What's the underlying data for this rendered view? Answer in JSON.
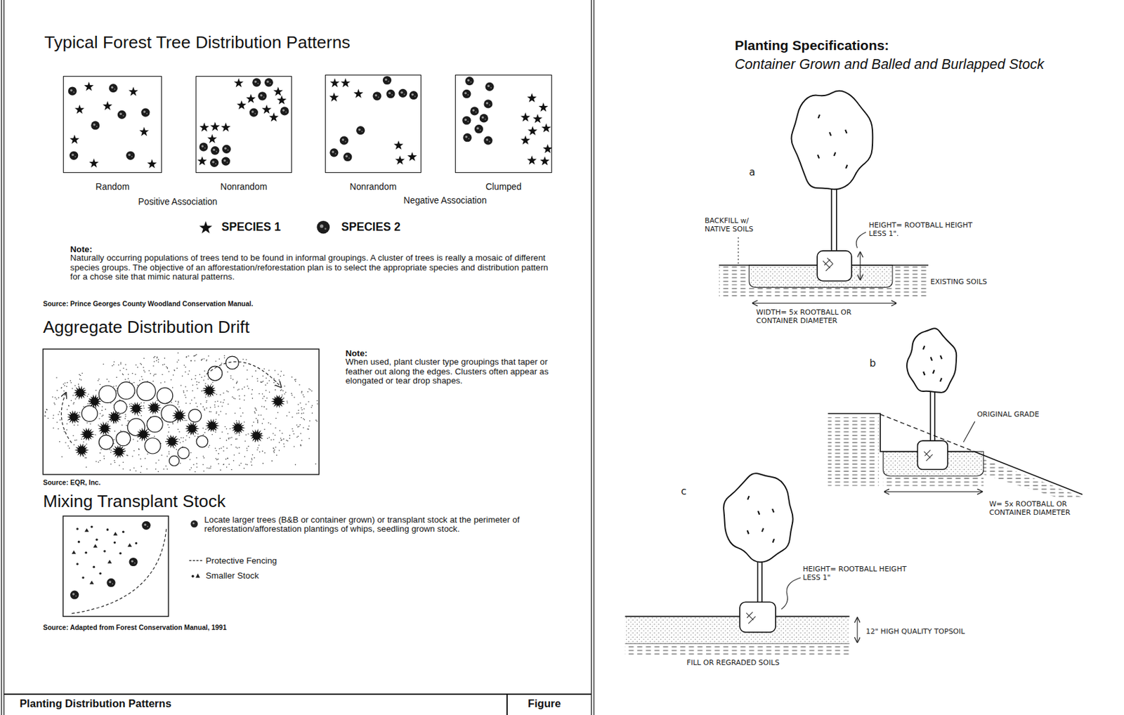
{
  "diagram": {
    "nodes": [
      {
        "text": [
          "Random"
        ]
      },
      {
        "text": [
          "Nonrandom"
        ]
      },
      {
        "text": [
          "Nonrandom"
        ]
      },
      {
        "text": [
          "Clumped"
        ]
      },
      {
        "text": [
          "Planting Distribution Patterns"
        ]
      },
      {
        "text": [
          "Figure"
        ]
      }
    ],
    "labels": [
      "Typical Forest Tree Distribution Patterns",
      "Positive Association",
      "Negative Association",
      "Note:",
      "Naturally occurring populations of trees tend to be found in informal groupings. A cluster of trees is really a mosaic of different species groups. The objective of an afforestation/reforestation plan is to select the appropriate species and distribution pattern for a chose site that mimic natural patterns.",
      "Source: Prince Georges County Woodland Conservation Manual.",
      "Aggregate Distribution Drift",
      "Note:",
      "When used, plant cluster type groupings that taper or feather out along the edges. Clusters often appear as elongated or tear drop shapes.",
      "Source: EQR, Inc.",
      "Mixing Transplant Stock",
      "Locate larger trees (B&B or container grown) or transplant stock at the perimeter of reforestation/afforestation plantings of whips, seedling grown stock.",
      "Protective Fencing",
      "Smaller Stock",
      "Source: Adapted from Forest Conservation Manual, 1991",
      "Planting Specifications:",
      "Container Grown and Balled and Burlapped Stock",
      "a",
      "BACKFILL w/ NATIVE SOILS",
      "HEIGHT= ROOTBALL HEIGHT LESS 1\".",
      "EXISTING SOILS",
      "WIDTH= 5x ROOTBALL OR CONTAINER DIAMETER",
      "b",
      "ORIGINAL GRADE",
      "W= 5x ROOTBALL OR CONTAINER DIAMETER",
      "c",
      "HEIGHT= ROOTBALL HEIGHT LESS 1\"",
      "12\" HIGH QUALITY TOPSOIL",
      "FILL OR REGRADED SOILS"
    ],
    "legend": [
      {
        "text": "SPECIES 1"
      },
      {
        "text": "SPECIES 2"
      }
    ]
  }
}
